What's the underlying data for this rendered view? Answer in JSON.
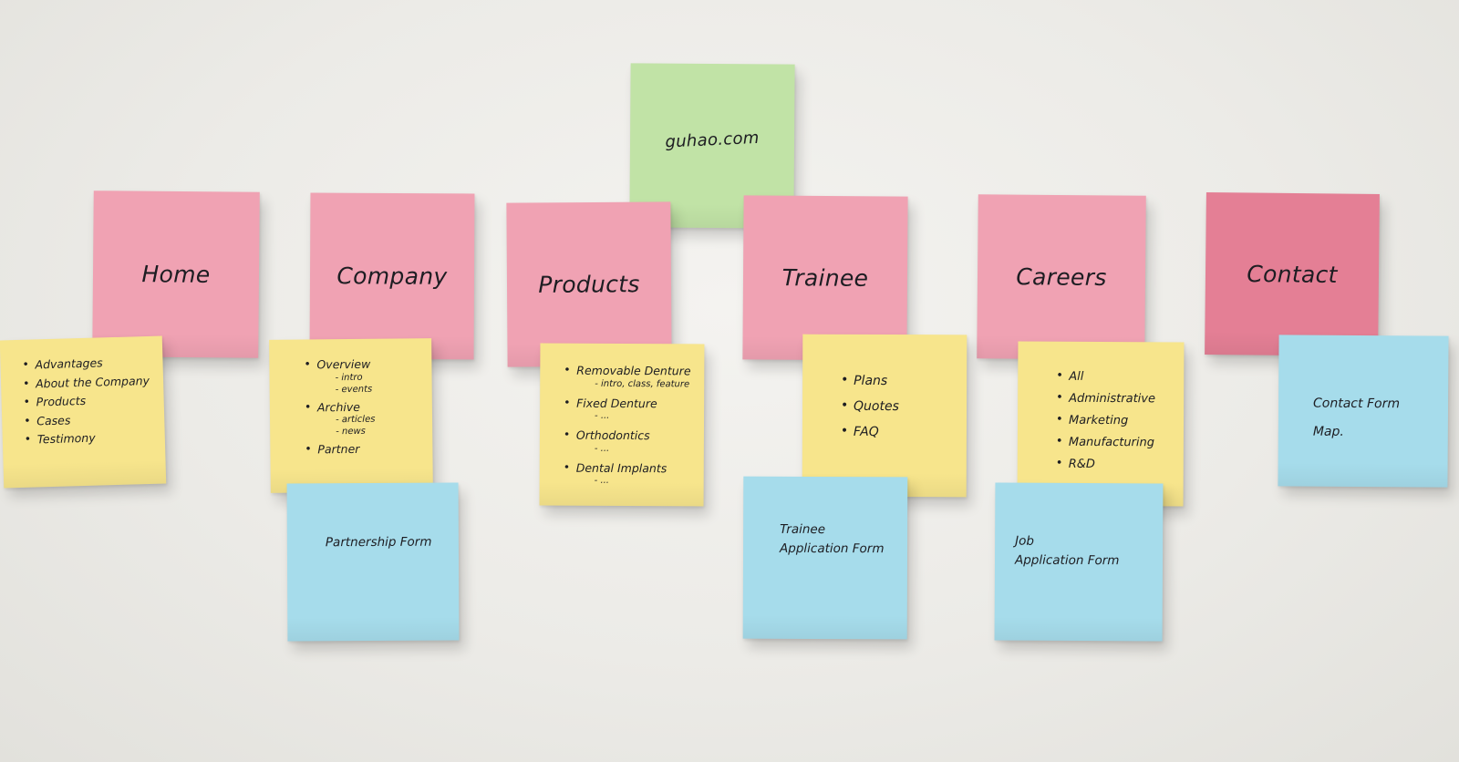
{
  "root": {
    "label": "guhao.com"
  },
  "sections": {
    "home": {
      "label": "Home",
      "items": [
        "Advantages",
        "About the Company",
        "Products",
        "Cases",
        "Testimony"
      ]
    },
    "company": {
      "label": "Company",
      "items": [
        {
          "label": "Overview",
          "subs": [
            "- intro",
            "- events"
          ]
        },
        {
          "label": "Archive",
          "subs": [
            "- articles",
            "- news"
          ]
        },
        {
          "label": "Partner",
          "subs": []
        }
      ],
      "form": "Partnership Form"
    },
    "products": {
      "label": "Products",
      "items": [
        {
          "label": "Removable Denture",
          "sub": "- intro, class, feature"
        },
        {
          "label": "Fixed Denture",
          "sub": "- ..."
        },
        {
          "label": "Orthodontics",
          "sub": "- ..."
        },
        {
          "label": "Dental Implants",
          "sub": "- ..."
        }
      ]
    },
    "trainee": {
      "label": "Trainee",
      "items": [
        "Plans",
        "Quotes",
        "FAQ"
      ],
      "form_line1": "Trainee",
      "form_line2": "Application Form"
    },
    "careers": {
      "label": "Careers",
      "items": [
        "All",
        "Administrative",
        "Marketing",
        "Manufacturing",
        "R&D"
      ],
      "form_line1": "Job",
      "form_line2": "Application Form"
    },
    "contact": {
      "label": "Contact",
      "line1": "Contact Form",
      "line2": "Map."
    }
  },
  "colors": {
    "green": "#c1e3a6",
    "pink": "#f0a2b3",
    "pink_dark": "#e47f95",
    "yellow": "#f7e58c",
    "blue": "#a6dceb",
    "wall": "#eeede9"
  }
}
